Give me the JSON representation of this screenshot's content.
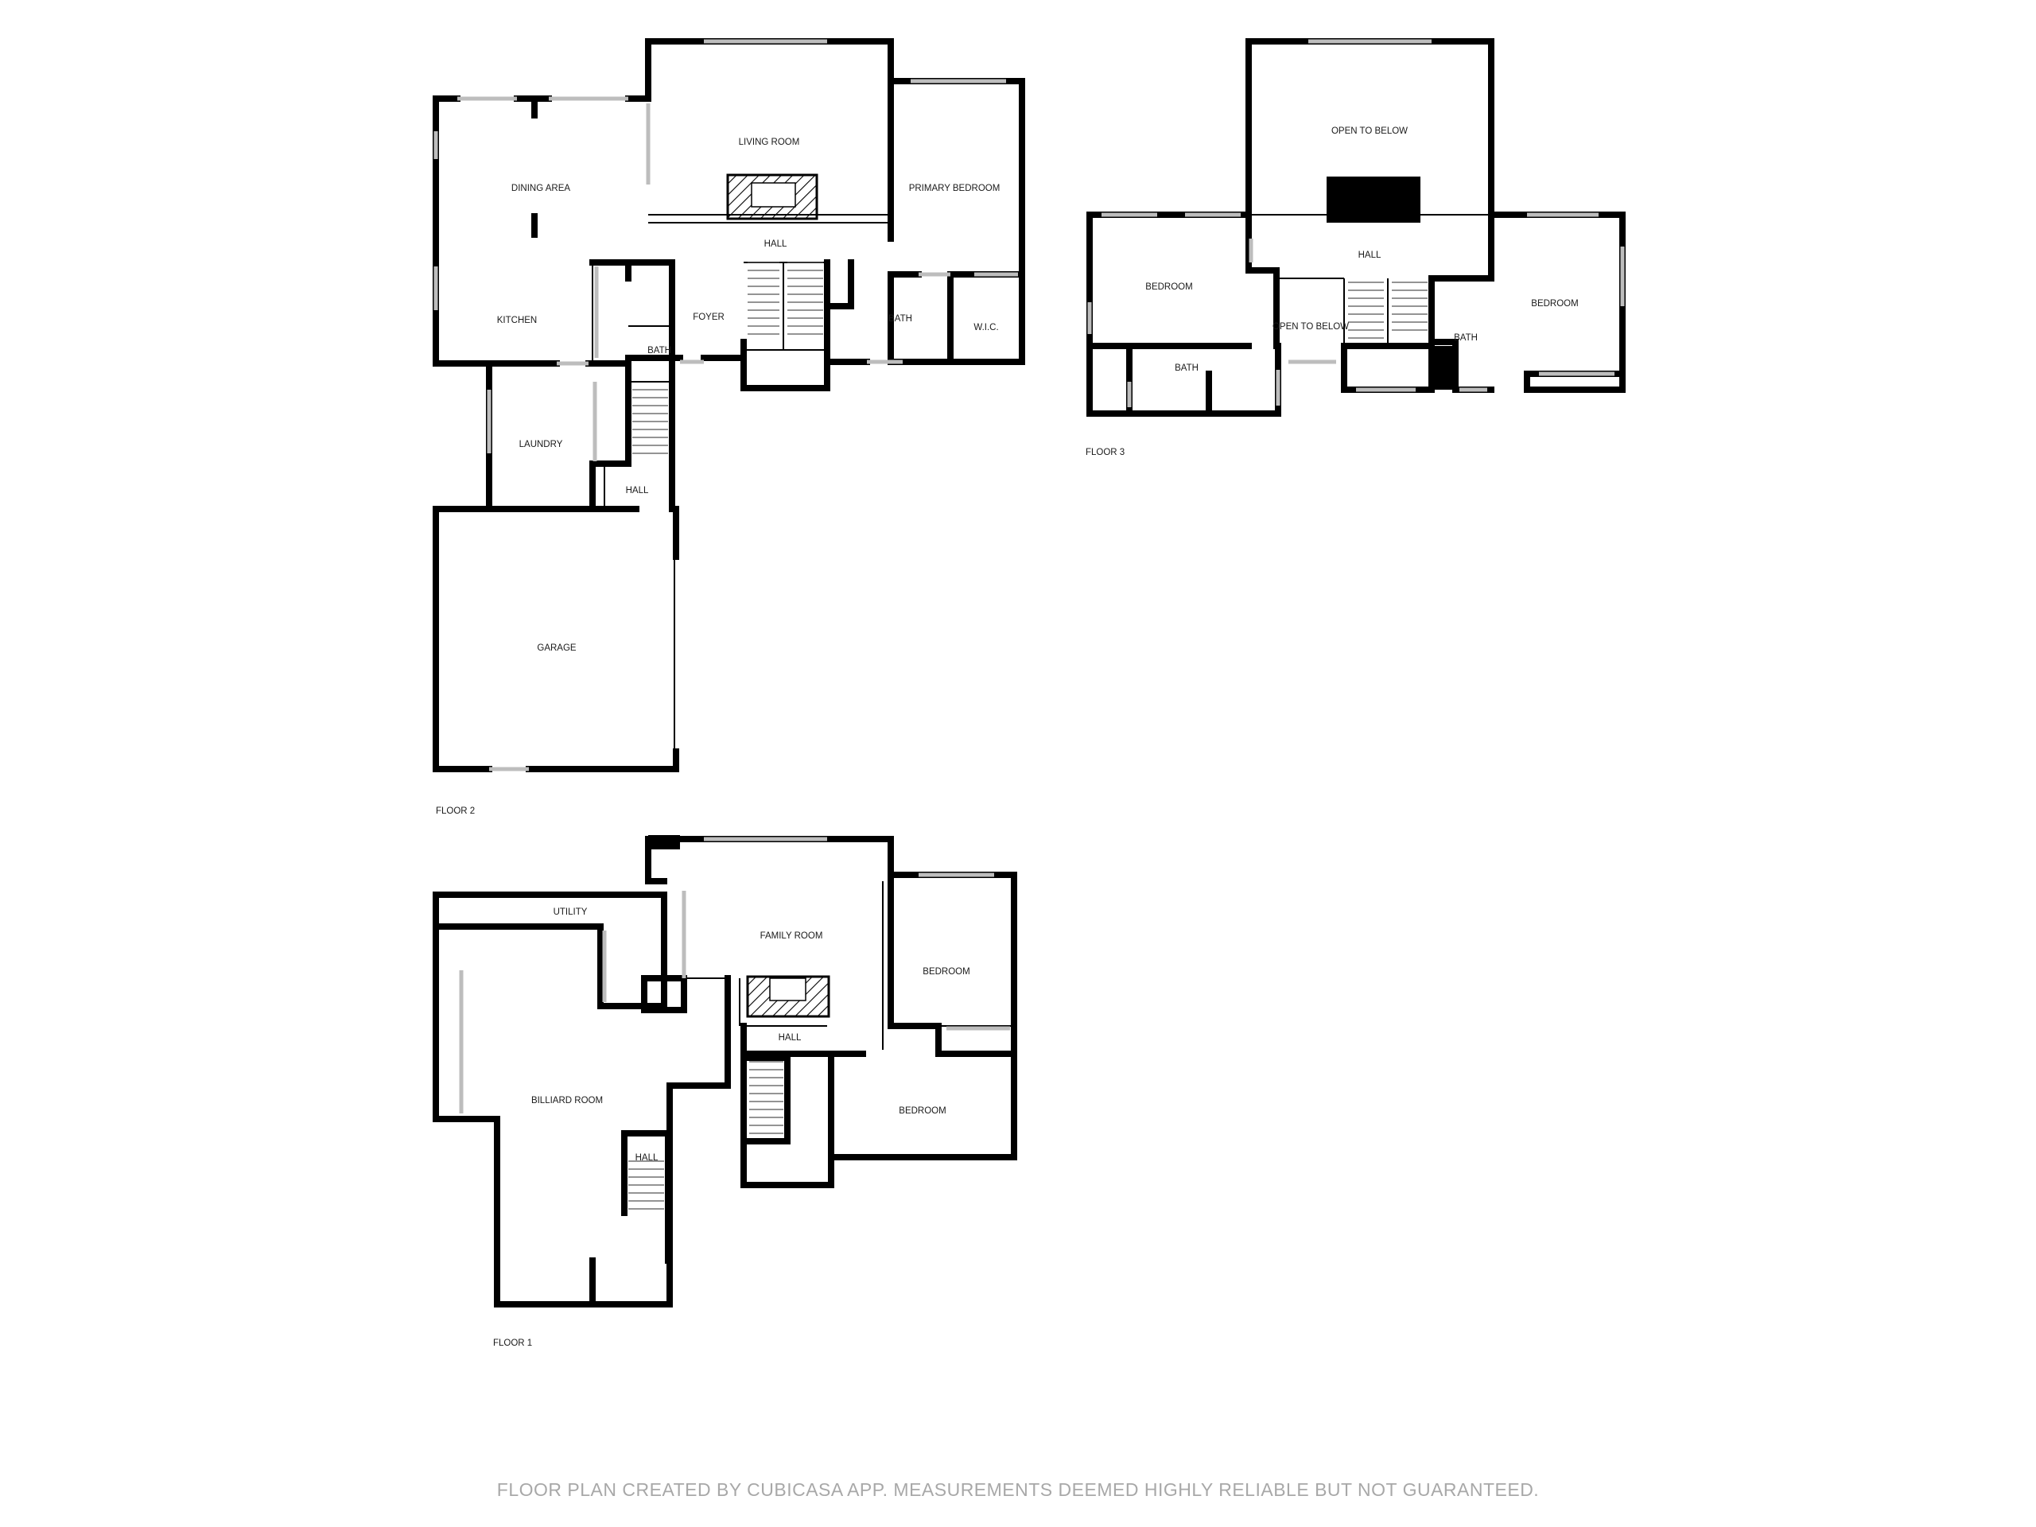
{
  "floors": [
    {
      "key": "floor2",
      "label": "FLOOR 2",
      "rooms": [
        "DINING AREA",
        "LIVING ROOM",
        "PRIMARY BEDROOM",
        "HALL",
        "KITCHEN",
        "FOYER",
        "BATH",
        "BATH",
        "W.I.C.",
        "LAUNDRY",
        "HALL",
        "GARAGE"
      ]
    },
    {
      "key": "floor3",
      "label": "FLOOR 3",
      "rooms": [
        "OPEN TO BELOW",
        "HALL",
        "BEDROOM",
        "OPEN TO BELOW",
        "BEDROOM",
        "BATH",
        "BATH"
      ]
    },
    {
      "key": "floor1",
      "label": "FLOOR 1",
      "rooms": [
        "UTILITY",
        "FAMILY ROOM",
        "BEDROOM",
        "HALL",
        "BILLIARD ROOM",
        "BEDROOM",
        "HALL"
      ]
    }
  ],
  "footer": "FLOOR PLAN CREATED BY CUBICASA APP. MEASUREMENTS DEEMED HIGHLY RELIABLE BUT NOT GUARANTEED."
}
